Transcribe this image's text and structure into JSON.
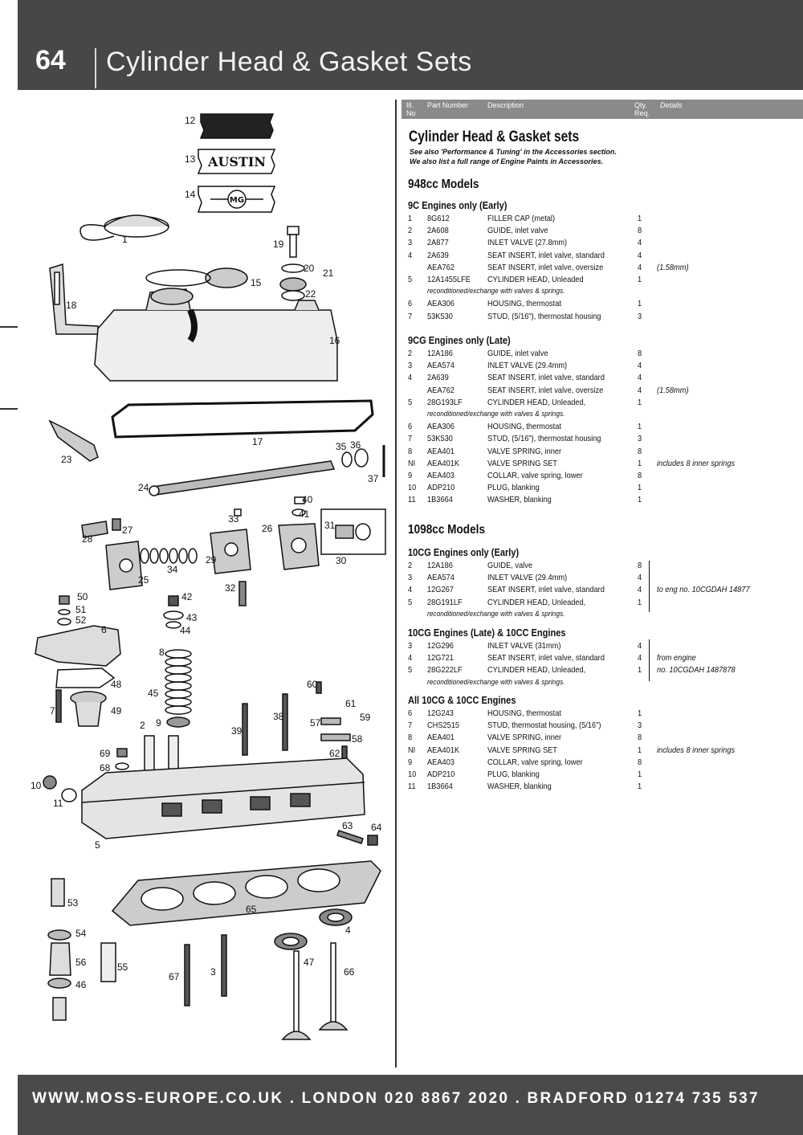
{
  "header": {
    "page_number": "64",
    "title": "Cylinder Head & Gasket Sets"
  },
  "footer": {
    "text": "WWW.MOSS-EUROPE.CO.UK . LONDON 020 8867 2020 . BRADFORD 01274 735 537"
  },
  "table_header": {
    "ill_no": "Ill.",
    "ill_no2": "No",
    "part_number": "Part Number",
    "description": "Description",
    "qty": "Qty.",
    "qty2": "Req.",
    "details": "Details"
  },
  "section": {
    "title": "Cylinder Head & Gasket sets",
    "note1": "See also 'Performance & Tuning' in the Accessories section.",
    "note2": "We also list a full range of Engine Paints in Accessories."
  },
  "models": [
    {
      "title": "948cc Models"
    },
    {
      "title": "1098cc Models"
    }
  ],
  "groups": [
    {
      "title": "9C Engines only (Early)",
      "rows": [
        {
          "ill": "1",
          "part": "8G612",
          "desc": "FILLER CAP (metal)",
          "qty": "1",
          "det": ""
        },
        {
          "ill": "2",
          "part": "2A608",
          "desc": "GUIDE, inlet valve",
          "qty": "8",
          "det": ""
        },
        {
          "ill": "3",
          "part": "2A877",
          "desc": "INLET VALVE (27.8mm)",
          "qty": "4",
          "det": ""
        },
        {
          "ill": "4",
          "part": "2A639",
          "desc": "SEAT INSERT, inlet valve, standard",
          "qty": "4",
          "det": ""
        },
        {
          "ill": "",
          "part": "AEA762",
          "desc": "SEAT INSERT, inlet valve, oversize",
          "qty": "4",
          "det": "(1.58mm)"
        },
        {
          "ill": "5",
          "part": "12A1455LFE",
          "desc": "CYLINDER HEAD, Unleaded",
          "qty": "1",
          "det": ""
        },
        {
          "sub": "reconditioned/exchange with valves & springs."
        },
        {
          "ill": "6",
          "part": "AEA306",
          "desc": "HOUSING, thermostat",
          "qty": "1",
          "det": ""
        },
        {
          "ill": "7",
          "part": "53K530",
          "desc": "STUD, (5/16\"), thermostat housing",
          "qty": "3",
          "det": ""
        }
      ]
    },
    {
      "title": "9CG Engines only (Late)",
      "rows": [
        {
          "ill": "2",
          "part": "12A186",
          "desc": "GUIDE, inlet valve",
          "qty": "8",
          "det": ""
        },
        {
          "ill": "3",
          "part": "AEA574",
          "desc": "INLET VALVE (29.4mm)",
          "qty": "4",
          "det": ""
        },
        {
          "ill": "4",
          "part": "2A639",
          "desc": "SEAT INSERT, inlet valve, standard",
          "qty": "4",
          "det": ""
        },
        {
          "ill": "",
          "part": "AEA762",
          "desc": "SEAT INSERT, inlet valve, oversize",
          "qty": "4",
          "det": "(1.58mm)"
        },
        {
          "ill": "5",
          "part": "28G193LF",
          "desc": "CYLINDER HEAD, Unleaded,",
          "qty": "1",
          "det": ""
        },
        {
          "sub": "reconditioned/exchange with valves & springs."
        },
        {
          "ill": "6",
          "part": "AEA306",
          "desc": "HOUSING, thermostat",
          "qty": "1",
          "det": ""
        },
        {
          "ill": "7",
          "part": "53K530",
          "desc": "STUD, (5/16\"), thermostat housing",
          "qty": "3",
          "det": ""
        },
        {
          "ill": "8",
          "part": "AEA401",
          "desc": "VALVE SPRING, inner",
          "qty": "8",
          "det": ""
        },
        {
          "ill": "NI",
          "part": "AEA401K",
          "desc": "VALVE SPRING SET",
          "qty": "1",
          "det": "includes 8 inner springs"
        },
        {
          "ill": "9",
          "part": "AEA403",
          "desc": "COLLAR, valve spring, lower",
          "qty": "8",
          "det": ""
        },
        {
          "ill": "10",
          "part": "ADP210",
          "desc": "PLUG, blanking",
          "qty": "1",
          "det": ""
        },
        {
          "ill": "11",
          "part": "1B3664",
          "desc": "WASHER, blanking",
          "qty": "1",
          "det": ""
        }
      ]
    },
    {
      "title": "10CG Engines only (Early)",
      "rows": [
        {
          "ill": "2",
          "part": "12A186",
          "desc": "GUIDE, valve",
          "qty": "8",
          "det": ""
        },
        {
          "ill": "3",
          "part": "AEA574",
          "desc": "INLET VALVE (29.4mm)",
          "qty": "4",
          "det": ""
        },
        {
          "ill": "4",
          "part": "12G267",
          "desc": "SEAT INSERT, inlet valve, standard",
          "qty": "4",
          "det": "to eng no. 10CGDAH 14877"
        },
        {
          "ill": "5",
          "part": "28G191LF",
          "desc": "CYLINDER HEAD, Unleaded,",
          "qty": "1",
          "det": ""
        },
        {
          "sub": "reconditioned/exchange with valves & springs."
        }
      ]
    },
    {
      "title": "10CG Engines (Late) & 10CC Engines",
      "rows": [
        {
          "ill": "3",
          "part": "12G296",
          "desc": "INLET VALVE (31mm)",
          "qty": "4",
          "det": ""
        },
        {
          "ill": "4",
          "part": "12G721",
          "desc": "SEAT INSERT, inlet valve, standard",
          "qty": "4",
          "det": "from engine"
        },
        {
          "ill": "5",
          "part": "28G222LF",
          "desc": "CYLINDER HEAD, Unleaded,",
          "qty": "1",
          "det": "no. 10CGDAH 1487878"
        },
        {
          "sub": "reconditioned/exchange with valves & springs."
        }
      ]
    },
    {
      "title": "All 10CG & 10CC Engines",
      "rows": [
        {
          "ill": "6",
          "part": "12G243",
          "desc": "HOUSING, thermostat",
          "qty": "1",
          "det": ""
        },
        {
          "ill": "7",
          "part": "CHS2515",
          "desc": "STUD, thermostat housing, (5/16\")",
          "qty": "3",
          "det": ""
        },
        {
          "ill": "8",
          "part": "AEA401",
          "desc": "VALVE SPRING, inner",
          "qty": "8",
          "det": ""
        },
        {
          "ill": "NI",
          "part": "AEA401K",
          "desc": "VALVE SPRING SET",
          "qty": "1",
          "det": "includes 8 inner springs"
        },
        {
          "ill": "9",
          "part": "AEA403",
          "desc": "COLLAR, valve spring, lower",
          "qty": "8",
          "det": ""
        },
        {
          "ill": "10",
          "part": "ADP210",
          "desc": "PLUG, blanking",
          "qty": "1",
          "det": ""
        },
        {
          "ill": "11",
          "part": "1B3664",
          "desc": "WASHER, blanking",
          "qty": "1",
          "det": ""
        }
      ]
    }
  ],
  "diagram": {
    "badge_austin": "AUSTIN",
    "badge_mg": "MG",
    "labels": [
      "12",
      "13",
      "14",
      "1",
      "19",
      "20",
      "21",
      "15",
      "22",
      "18",
      "16",
      "17",
      "23",
      "35",
      "36",
      "37",
      "24",
      "40",
      "41",
      "33",
      "26",
      "31",
      "30",
      "27",
      "28",
      "34",
      "25",
      "29",
      "32",
      "42",
      "43",
      "44",
      "50",
      "51",
      "52",
      "6",
      "48",
      "7",
      "49",
      "8",
      "45",
      "60",
      "61",
      "57",
      "59",
      "58",
      "62",
      "38",
      "39",
      "2",
      "9",
      "69",
      "68",
      "10",
      "11",
      "5",
      "63",
      "64",
      "53",
      "65",
      "4",
      "54",
      "56",
      "55",
      "46",
      "47",
      "66",
      "67",
      "3"
    ]
  }
}
